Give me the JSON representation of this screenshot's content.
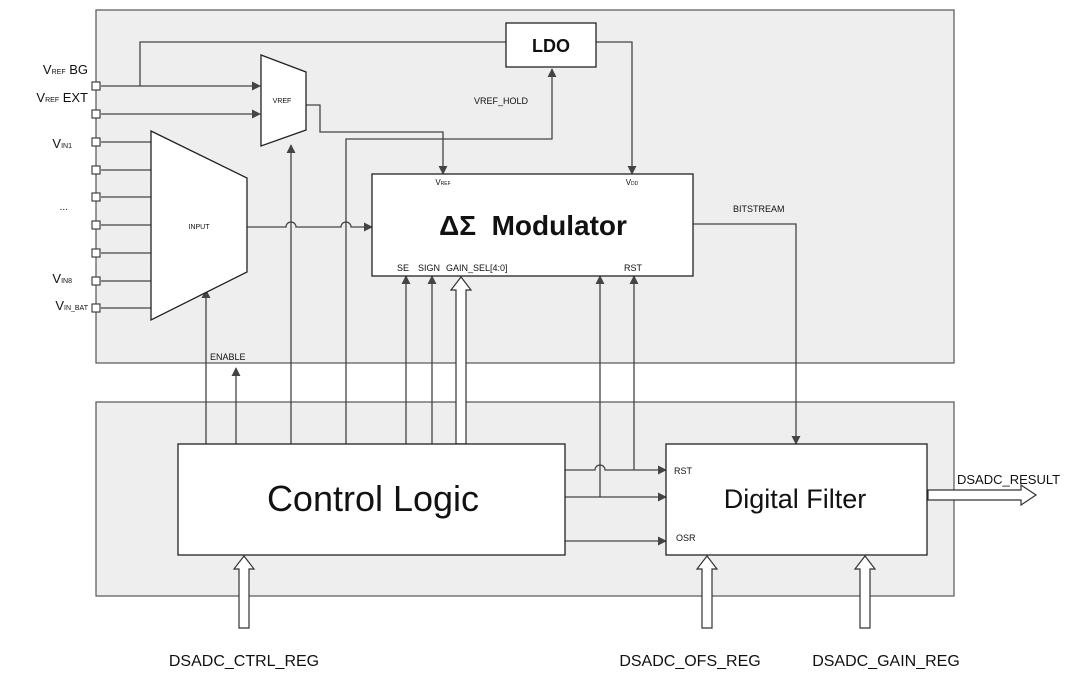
{
  "blocks": {
    "ldo": "LDO",
    "vref": "VREF",
    "input": "INPUT",
    "modulator": "ΔΣ  Modulator",
    "control_logic": "Control Logic",
    "digital_filter": "Digital Filter"
  },
  "inputs": {
    "vref_bg": {
      "main": "V",
      "sub": "REF",
      "rest": " BG"
    },
    "vref_ext": {
      "main": "V",
      "sub": "REF",
      "rest": " EXT"
    },
    "vin1": {
      "main": "V",
      "sub": "IN1"
    },
    "ellipsis": "...",
    "vin8": {
      "main": "V",
      "sub": "IN8"
    },
    "vin_bat": {
      "main": "V",
      "sub": "IN_BAT"
    }
  },
  "modulator_pins": {
    "vref": {
      "main": "V",
      "sub": "REF"
    },
    "vdd": {
      "main": "V",
      "sub": "DD"
    },
    "se": "SE",
    "sign": "SIGN",
    "gain_sel": "GAIN_SEL[4:0]",
    "rst": "RST"
  },
  "signals": {
    "vref_hold": "VREF_HOLD",
    "bitstream": "BITSTREAM",
    "enable": "ENABLE",
    "filter_rst": "RST",
    "filter_osr": "OSR",
    "result": "DSADC_RESULT"
  },
  "registers": {
    "ctrl": "DSADC_CTRL_REG",
    "ofs": "DSADC_OFS_REG",
    "gain": "DSADC_GAIN_REG"
  }
}
